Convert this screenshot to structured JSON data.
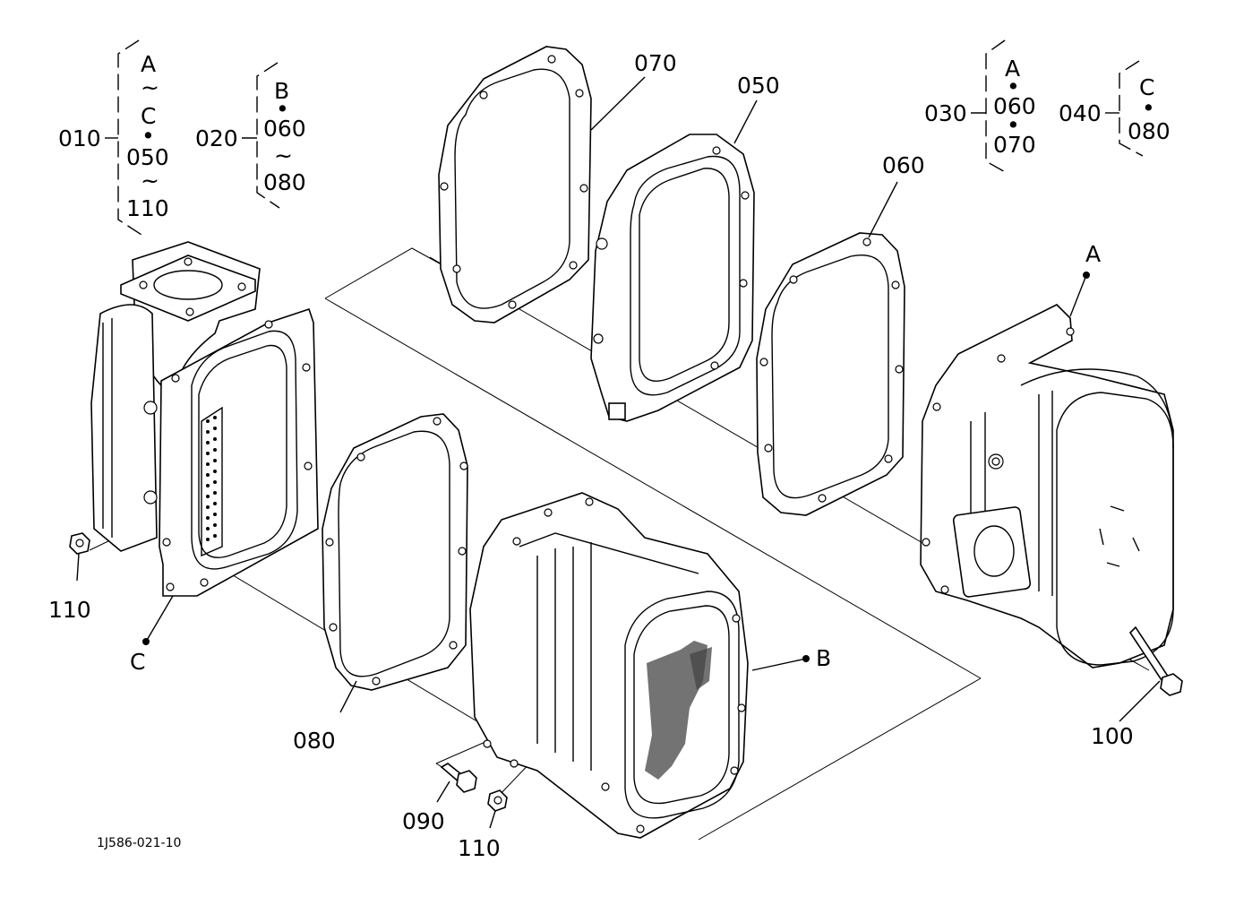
{
  "diagram": {
    "drawing_code": "1J586-021-10",
    "groups": [
      {
        "id": "010",
        "contents": [
          "A",
          "~",
          "C",
          "•",
          "050",
          "~",
          "110"
        ]
      },
      {
        "id": "020",
        "contents": [
          "B",
          "•",
          "060",
          "~",
          "080"
        ]
      },
      {
        "id": "030",
        "contents": [
          "A",
          "•",
          "060",
          "•",
          "070"
        ]
      },
      {
        "id": "040",
        "contents": [
          "C",
          "•",
          "080"
        ]
      }
    ],
    "callouts": {
      "p070": "070",
      "p050": "050",
      "p060": "060",
      "pA": "A",
      "p110_left": "110",
      "pC": "C",
      "p080": "080",
      "pB": "B",
      "p090": "090",
      "p110_bottom": "110",
      "p100": "100"
    }
  }
}
